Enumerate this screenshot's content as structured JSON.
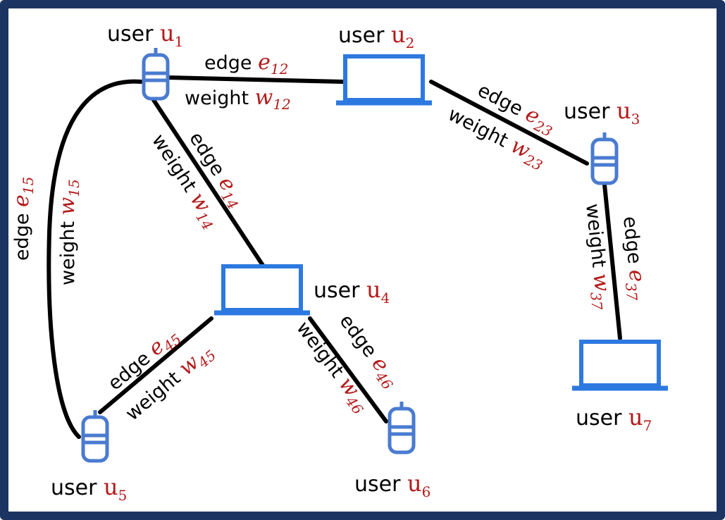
{
  "colors": {
    "border": "#1c3461",
    "laptop": "#2d79e0",
    "phone": "#4a7bd0",
    "edge": "#000000",
    "math": "#b31b1b"
  },
  "users": [
    {
      "id": "u1",
      "label": "user",
      "symbol": "u",
      "sub": "1",
      "device": "phone"
    },
    {
      "id": "u2",
      "label": "user",
      "symbol": "u",
      "sub": "2",
      "device": "laptop"
    },
    {
      "id": "u3",
      "label": "user",
      "symbol": "u",
      "sub": "3",
      "device": "phone"
    },
    {
      "id": "u4",
      "label": "user",
      "symbol": "u",
      "sub": "4",
      "device": "laptop"
    },
    {
      "id": "u5",
      "label": "user",
      "symbol": "u",
      "sub": "5",
      "device": "phone"
    },
    {
      "id": "u6",
      "label": "user",
      "symbol": "u",
      "sub": "6",
      "device": "phone"
    },
    {
      "id": "u7",
      "label": "user",
      "symbol": "u",
      "sub": "7",
      "device": "laptop"
    }
  ],
  "edges": [
    {
      "id": "e12",
      "from": "u1",
      "to": "u2",
      "edge_word": "edge",
      "edge_sym": "e",
      "edge_sub": "12",
      "weight_word": "weight",
      "weight_sym": "w",
      "weight_sub": "12"
    },
    {
      "id": "e23",
      "from": "u2",
      "to": "u3",
      "edge_word": "edge",
      "edge_sym": "e",
      "edge_sub": "23",
      "weight_word": "weight",
      "weight_sym": "w",
      "weight_sub": "23"
    },
    {
      "id": "e14",
      "from": "u1",
      "to": "u4",
      "edge_word": "edge",
      "edge_sym": "e",
      "edge_sub": "14",
      "weight_word": "weight",
      "weight_sym": "w",
      "weight_sub": "14"
    },
    {
      "id": "e15",
      "from": "u1",
      "to": "u5",
      "edge_word": "edge",
      "edge_sym": "e",
      "edge_sub": "15",
      "weight_word": "weight",
      "weight_sym": "w",
      "weight_sub": "15"
    },
    {
      "id": "e37",
      "from": "u3",
      "to": "u7",
      "edge_word": "edge",
      "edge_sym": "e",
      "edge_sub": "37",
      "weight_word": "weight",
      "weight_sym": "w",
      "weight_sub": "37"
    },
    {
      "id": "e45",
      "from": "u4",
      "to": "u5",
      "edge_word": "edge",
      "edge_sym": "e",
      "edge_sub": "45",
      "weight_word": "weight",
      "weight_sym": "w",
      "weight_sub": "45"
    },
    {
      "id": "e46",
      "from": "u4",
      "to": "u6",
      "edge_word": "edge",
      "edge_sym": "e",
      "edge_sub": "46",
      "weight_word": "weight",
      "weight_sym": "w",
      "weight_sub": "46"
    }
  ]
}
